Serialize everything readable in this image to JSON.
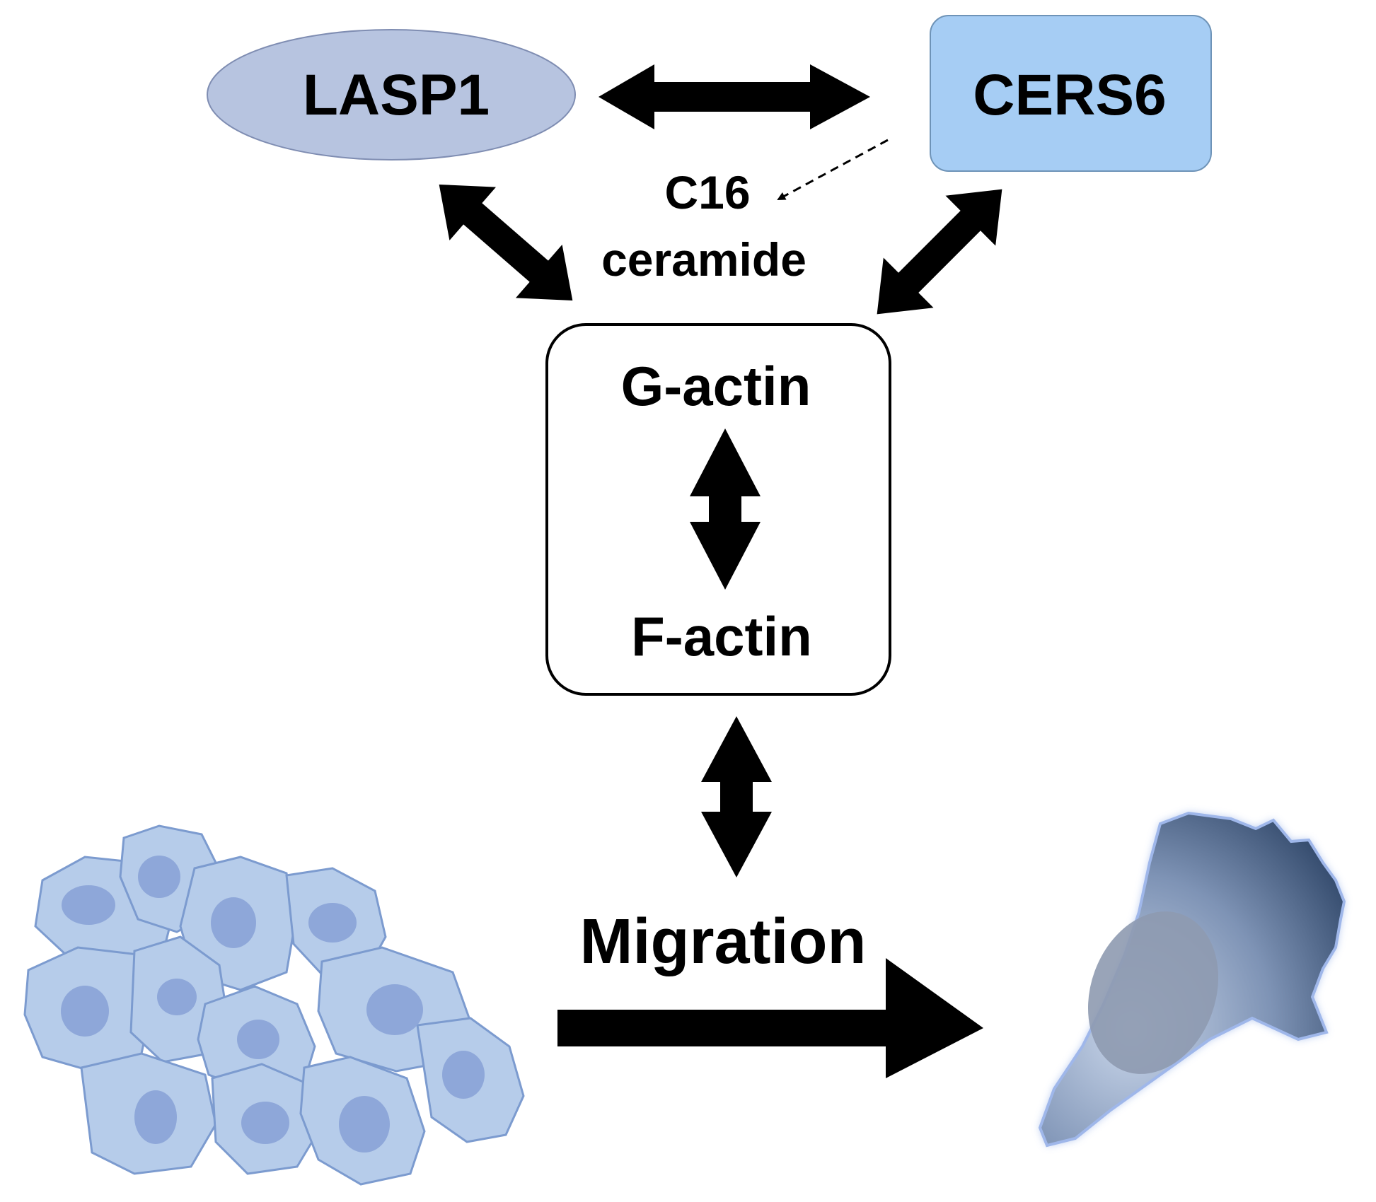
{
  "nodes": {
    "lasp1": "LASP1",
    "cers6": "CERS6",
    "c16_line1": "C16",
    "c16_line2": "ceramide",
    "g_actin": "G-actin",
    "f_actin": "F-actin",
    "migration": "Migration"
  },
  "colors": {
    "lasp1_fill": "#b7c4e0",
    "lasp1_stroke": "#7f8db2",
    "cers6_fill": "#a6cdf4",
    "cers6_stroke": "#6e93b7",
    "arrow": "#000000",
    "cell_fill": "#b6ccea",
    "cell_stroke": "#7c9bcf",
    "nucleus": "#8ea7d9",
    "migrating_cell_dark": "#2e4567",
    "migrating_cell_light": "#c9d6ea"
  }
}
